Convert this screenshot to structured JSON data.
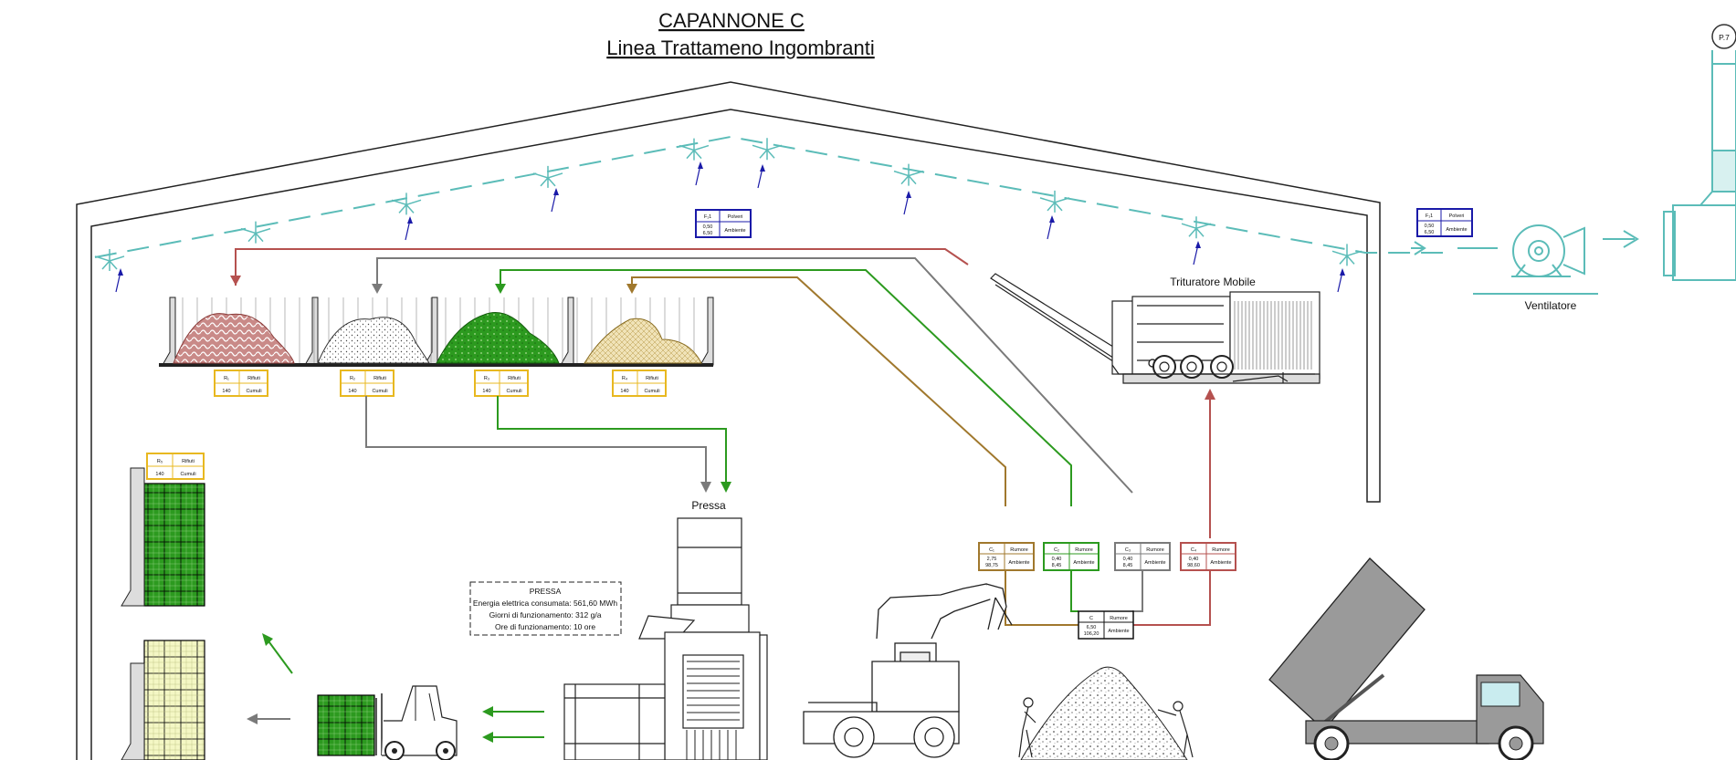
{
  "title": {
    "line1": "CAPANNONE C",
    "line2": "Linea Trattameno Ingombranti"
  },
  "labels": {
    "trituratore": "Trituratore Mobile",
    "ventilatore": "Ventilatore",
    "pressa": "Pressa",
    "stack_label": "P.7"
  },
  "pressa_box": {
    "title": "PRESSA",
    "energy": "Energia elettrica consumata: 561,60 MWh",
    "days": "Giorni di funzionamento: 312 g/a",
    "hours": "Ore di funzionamento: 10 ore"
  },
  "emission_tags": {
    "hall": {
      "id": "F₁1",
      "type": "Polveri",
      "val1": "0,50",
      "val2": "6,50",
      "env": "Ambiente"
    },
    "vent": {
      "id": "F₁1",
      "type": "Polveri",
      "val1": "0,50",
      "val2": "6,50",
      "env": "Ambiente"
    }
  },
  "pile_tags": [
    {
      "id": "R₁",
      "type": "Rifiuti",
      "val": "140",
      "state": "Cumuli"
    },
    {
      "id": "R₂",
      "type": "Rifiuti",
      "val": "140",
      "state": "Cumuli"
    },
    {
      "id": "R₃",
      "type": "Rifiuti",
      "val": "140",
      "state": "Cumuli"
    },
    {
      "id": "R₄",
      "type": "Rifiuti",
      "val": "140",
      "state": "Cumuli"
    }
  ],
  "bales_tag": {
    "id": "R₅",
    "type": "Rifiuti",
    "val": "140",
    "state": "Cumuli"
  },
  "noise_tags": [
    {
      "id": "C₁",
      "type": "Rumore",
      "v1": "2,75",
      "v2": "98,75",
      "env": "Ambiente"
    },
    {
      "id": "C₂",
      "type": "Rumore",
      "v1": "0,40",
      "v2": "8,45",
      "env": "Ambiente"
    },
    {
      "id": "C₃",
      "type": "Rumore",
      "v1": "0,40",
      "v2": "8,45",
      "env": "Ambiente"
    },
    {
      "id": "C₄",
      "type": "Rumore",
      "v1": "0,40",
      "v2": "98,60",
      "env": "Ambiente"
    }
  ],
  "collector_tag": {
    "id": "C",
    "type": "Rumore",
    "v1": "6,50",
    "v2": "106,20",
    "env": "Ambiente"
  },
  "colors": {
    "red": "#b5514f",
    "gray": "#7a7a7a",
    "green": "#2c9a1f",
    "brown": "#a0782d",
    "teal": "#5bbcb8",
    "blue": "#1a1aa8",
    "yellow": "#e8b820"
  }
}
